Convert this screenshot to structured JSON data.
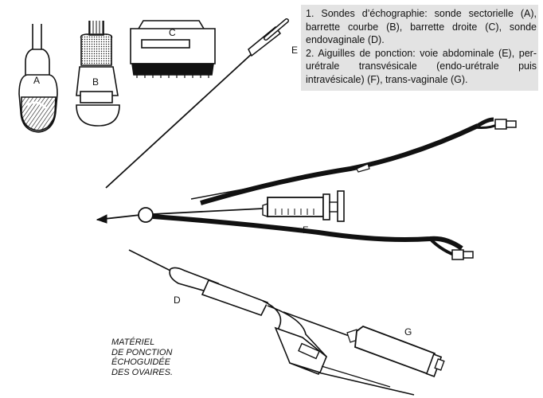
{
  "caption": {
    "line1": "1. Sondes d’échographie: sonde sectorielle (A), barrette courbe (B), barrette droite (C), sonde endovaginale (D).",
    "line2": "2. Aiguilles de ponction: voie abdominale (E), per-urétrale transvésicale (endo-urétrale puis intravésicale) (F), trans-vaginale (G)."
  },
  "labels": {
    "a": "A",
    "b": "B",
    "c": "C",
    "d": "D",
    "e": "E",
    "f": "F",
    "g": "G"
  },
  "title": {
    "line1": "MATÉRIEL",
    "line2": "DE PONCTION",
    "line3": "ÉCHOGUIDÉE",
    "line4": "DES OVAIRES."
  }
}
